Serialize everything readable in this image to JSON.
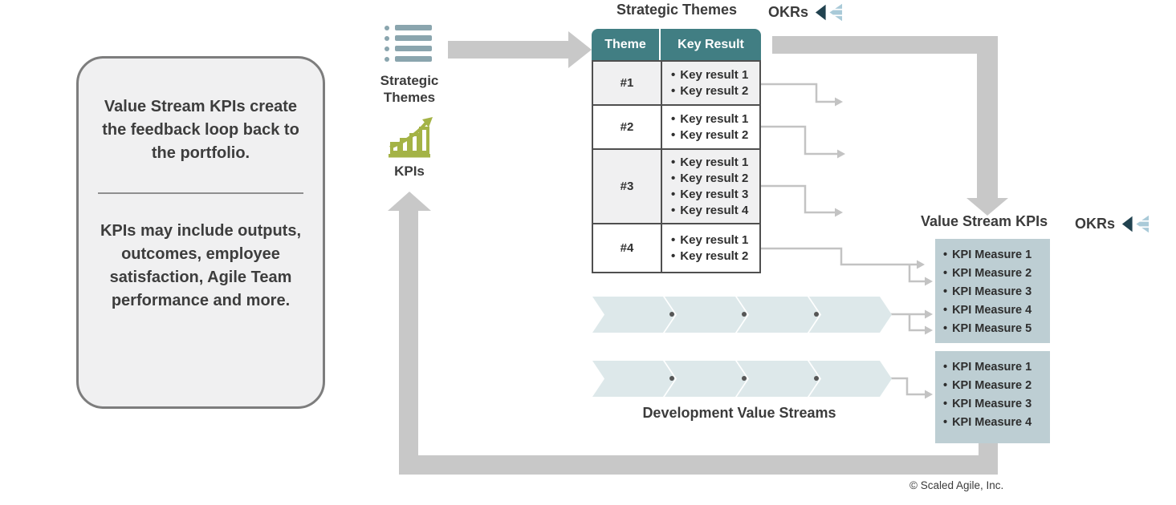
{
  "callout": {
    "paragraph1": "Value Stream KPIs create the feedback loop back to the portfolio.",
    "paragraph2": "KPIs may include outputs, outcomes, employee satisfaction, Agile Team performance and more."
  },
  "left_icons": {
    "strategic_themes_label": "Strategic Themes",
    "kpis_label": "KPIs"
  },
  "strategic_table": {
    "title": "Strategic Themes",
    "okrs_label": "OKRs",
    "columns": [
      "Theme",
      "Key Result"
    ],
    "rows": [
      {
        "theme": "#1",
        "key_results": [
          "Key result 1",
          "Key result 2"
        ]
      },
      {
        "theme": "#2",
        "key_results": [
          "Key result 1",
          "Key result 2"
        ]
      },
      {
        "theme": "#3",
        "key_results": [
          "Key result 1",
          "Key result 2",
          "Key result 3",
          "Key result 4"
        ]
      },
      {
        "theme": "#4",
        "key_results": [
          "Key result 1",
          "Key result 2"
        ]
      }
    ]
  },
  "value_stream_kpis": {
    "title": "Value Stream KPIs",
    "okrs_label": "OKRs",
    "boxes": [
      {
        "measures": [
          "KPI Measure 1",
          "KPI Measure 2",
          "KPI Measure 3",
          "KPI Measure 4",
          "KPI Measure 5"
        ]
      },
      {
        "measures": [
          "KPI Measure 1",
          "KPI Measure 2",
          "KPI Measure 3",
          "KPI Measure 4"
        ]
      }
    ]
  },
  "development_value_streams": {
    "label": "Development Value Streams",
    "stream_count": 2,
    "stages_per_stream": 4
  },
  "footer": {
    "copyright": "© Scaled Agile, Inc."
  },
  "colors": {
    "table_header_teal": "#417e83",
    "table_row_alt": "#f0f0f1",
    "kpi_box": "#bdced3",
    "chevron": "#dde8ea",
    "big_arrow": "#c8c8c8",
    "connector": "#c3c3c3",
    "list_icon": "#8aa5ae",
    "kpi_icon_green": "#a4b346",
    "okr_icon_dark": "#21424f",
    "okr_icon_light": "#a9cad8",
    "text": "#3b3b3b"
  }
}
